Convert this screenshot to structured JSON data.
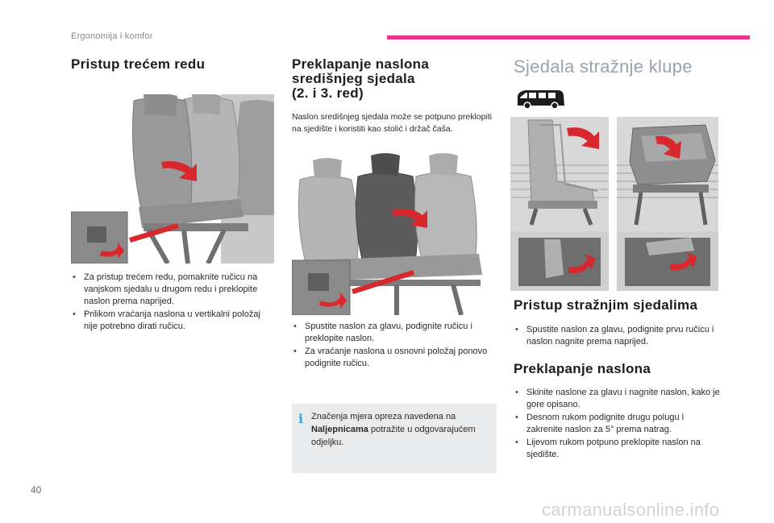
{
  "header": {
    "section": "Ergonomija i komfor",
    "accent_color": "#e8348f"
  },
  "col1": {
    "title": "Pristup trećem redu",
    "bullets": [
      "Za pristup trećem redu, pomaknite ručicu na vanjskom sjedalu u drugom redu i preklopite naslon prema naprijed.",
      "Prilikom vraćanja naslona u vertikalni položaj nije potrebno dirati ručicu."
    ]
  },
  "col2": {
    "title_lines": [
      "Preklapanje naslona",
      "središnjeg sjedala",
      "(2. i 3. red)"
    ],
    "intro": "Naslon središnjeg sjedala može se potpuno preklopiti na sjedište i koristiti kao stolić i držač čaša.",
    "bullets": [
      "Spustite naslon za glavu, podignite ručicu i preklopite naslon.",
      "Za vraćanje naslona u osnovni položaj ponovo podignite ručicu."
    ],
    "info": {
      "icon": "i",
      "text_before": "Značenja mjera opreza navedena na ",
      "text_bold": "Naljepnicama",
      "text_after": " potražite u odgovarajućem odjeljku."
    }
  },
  "col3": {
    "title": "Sjedala stražnje klupe",
    "sub1": {
      "title": "Pristup stražnjim sjedalima",
      "bullets": [
        "Spustite naslon za glavu, podignite prvu ručicu i naslon nagnite prema naprijed."
      ]
    },
    "sub2": {
      "title": "Preklapanje naslona",
      "bullets": [
        "Skinite naslone za glavu i nagnite naslon, kako je gore opisano.",
        "Desnom rukom podignite drugu polugu i zakrenite naslon za 5° prema natrag.",
        "Lijevom rukom potpuno preklopite naslon na sjedište."
      ]
    }
  },
  "footer": {
    "page_number": "40",
    "watermark": "carmanualsonline.info"
  },
  "colors": {
    "seat_gray": "#a9a9a9",
    "arrow_red": "#d9272e",
    "info_icon": "#3aa0e0"
  }
}
